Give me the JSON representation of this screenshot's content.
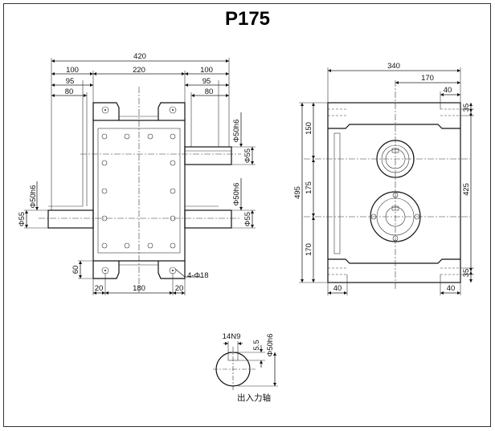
{
  "title": "P175",
  "front_view": {
    "dims_top": [
      "420",
      "100",
      "220",
      "100",
      "95",
      "95",
      "80",
      "80"
    ],
    "dims_side_left": [
      "Φ50h6",
      "Φ55"
    ],
    "dims_side_right": [
      "Φ50h6",
      "Φ55",
      "Φ50h6",
      "Φ55"
    ],
    "dims_bottom": [
      "60",
      "20",
      "180",
      "20"
    ],
    "hole_label": "4-Φ18"
  },
  "side_view": {
    "dims_top": [
      "340",
      "170",
      "40"
    ],
    "dims_left": [
      "495",
      "150",
      "175",
      "170"
    ],
    "dims_right": [
      "35",
      "425",
      "35"
    ],
    "dims_bottom": [
      "40",
      "40"
    ]
  },
  "shaft_detail": {
    "keyway": "14N9",
    "depth": "5.5",
    "diameter": "Φ50h6",
    "caption": "出入力轴"
  }
}
